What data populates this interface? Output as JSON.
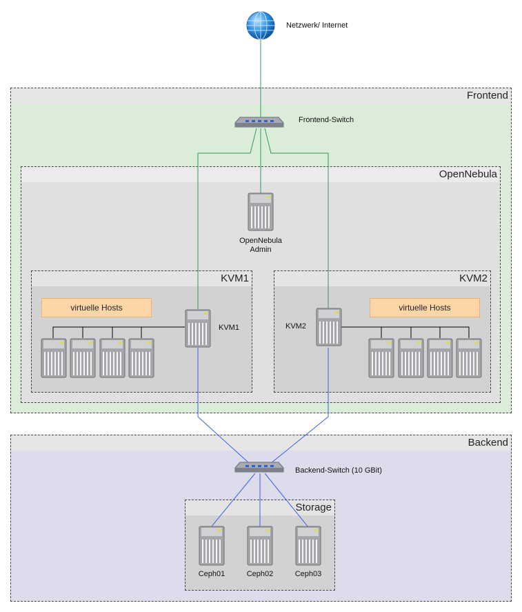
{
  "internet": {
    "label": "Netzwerk/ Internet",
    "icon": "globe-icon"
  },
  "frontend": {
    "title": "Frontend",
    "switch_label": "Frontend-Switch",
    "background": "#dbecd8"
  },
  "opennebula": {
    "title": "OpenNebula",
    "admin_label_line1": "OpenNebula",
    "admin_label_line2": "Admin"
  },
  "kvm1": {
    "title": "KVM1",
    "host_label": "KVM1",
    "virtual_hosts_label": "virtuelle Hosts"
  },
  "kvm2": {
    "title": "KVM2",
    "host_label": "KVM2",
    "virtual_hosts_label": "virtuelle Hosts"
  },
  "backend": {
    "title": "Backend",
    "switch_label": "Backend-Switch (10 GBit)",
    "background": "#dcdcec"
  },
  "storage": {
    "title": "Storage",
    "nodes": [
      "Ceph01",
      "Ceph02",
      "Ceph03"
    ]
  },
  "colors": {
    "frontend_link": "#2e9a55",
    "backend_link": "#3a60e8",
    "vm_link": "#000000",
    "virtual_hosts_fill": "#fdd5a7"
  }
}
